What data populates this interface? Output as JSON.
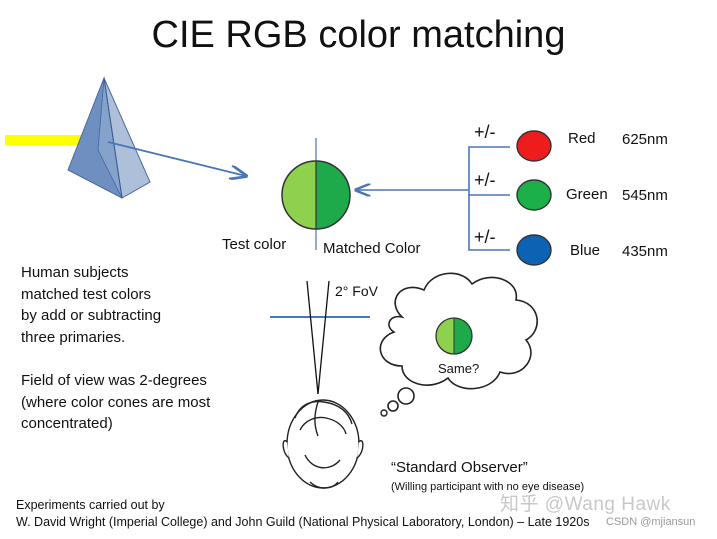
{
  "title": "CIE RGB color matching",
  "test_color_label": "Test color",
  "matched_color_label": "Matched Color",
  "primaries": [
    {
      "sign": "+/-",
      "name": "Red",
      "wavelength": "625nm",
      "color": "#ee1c1c"
    },
    {
      "sign": "+/-",
      "name": "Green",
      "wavelength": "545nm",
      "color": "#1cb04a"
    },
    {
      "sign": "+/-",
      "name": "Blue",
      "wavelength": "435nm",
      "color": "#0d63b3"
    }
  ],
  "fov_label": "2° FoV",
  "thought_label": "Same?",
  "description_1": "Human subjects\nmatched test colors\nby add or subtracting\nthree primaries.",
  "description_2": "Field of view was 2-degrees\n(where color cones are most\nconcentrated)",
  "observer_title": "“Standard Observer”",
  "observer_note": "(Willing participant with no eye disease)",
  "footer": "Experiments carried out by\nW. David Wright (Imperial College) and John Guild (National Physical Laboratory, London) – Late 1920s",
  "watermark": "知乎 @Wang Hawk",
  "watermark_small": "CSDN @mjiansun",
  "colors": {
    "test_color": "#8ed14f",
    "matched_color": "#1eaa4b",
    "connector": "#4a76b8",
    "light_beam": "#ffff00",
    "prism": "#7a9bc9"
  }
}
